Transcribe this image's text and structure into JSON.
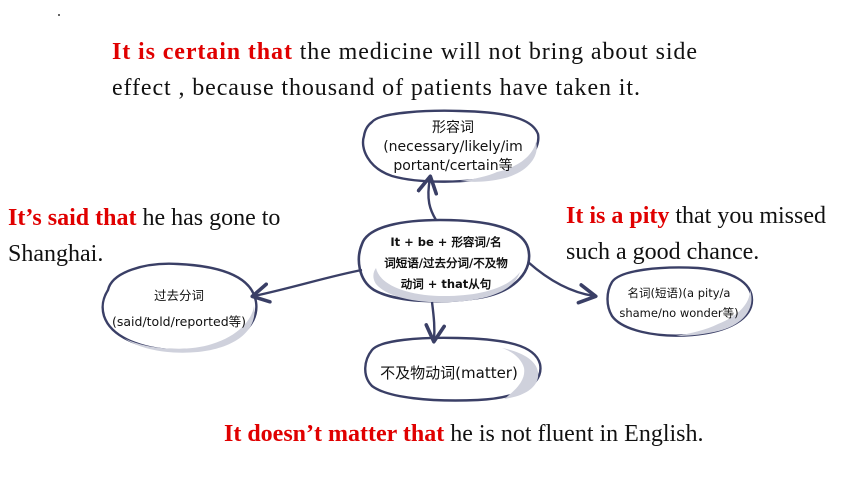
{
  "sentences": {
    "top": {
      "highlight": "It is certain that",
      "rest1": " the medicine will not bring about side",
      "rest2": "effect , because thousand of patients have taken it."
    },
    "left": {
      "highlight": "It’s said that",
      "rest1": " he has gone to",
      "rest2": "Shanghai."
    },
    "right": {
      "highlight": "It is a pity",
      "rest1": " that you missed",
      "rest2": "such a good chance."
    },
    "bottom": {
      "highlight": "It doesn’t matter that",
      "rest1": " he is not fluent in English."
    }
  },
  "nodes": {
    "center": {
      "line1": "It + be + 形容词/名",
      "line2": "词短语/过去分词/不及物",
      "line3": "动词 +      that从句"
    },
    "top": {
      "line1": "形容词",
      "line2": "(necessary/likely/im",
      "line3": "portant/certain等"
    },
    "left": {
      "line1": "过去分词",
      "line2": "(said/told/reported等)"
    },
    "right": {
      "line1": "名词(短语)(a pity/a",
      "line2": "shame/no wonder等)"
    },
    "bottom": {
      "line1": "不及物动词(matter)"
    }
  },
  "colors": {
    "highlight": "#e00000",
    "outline": "#3a3f66",
    "shade": "#cfd1dc"
  }
}
